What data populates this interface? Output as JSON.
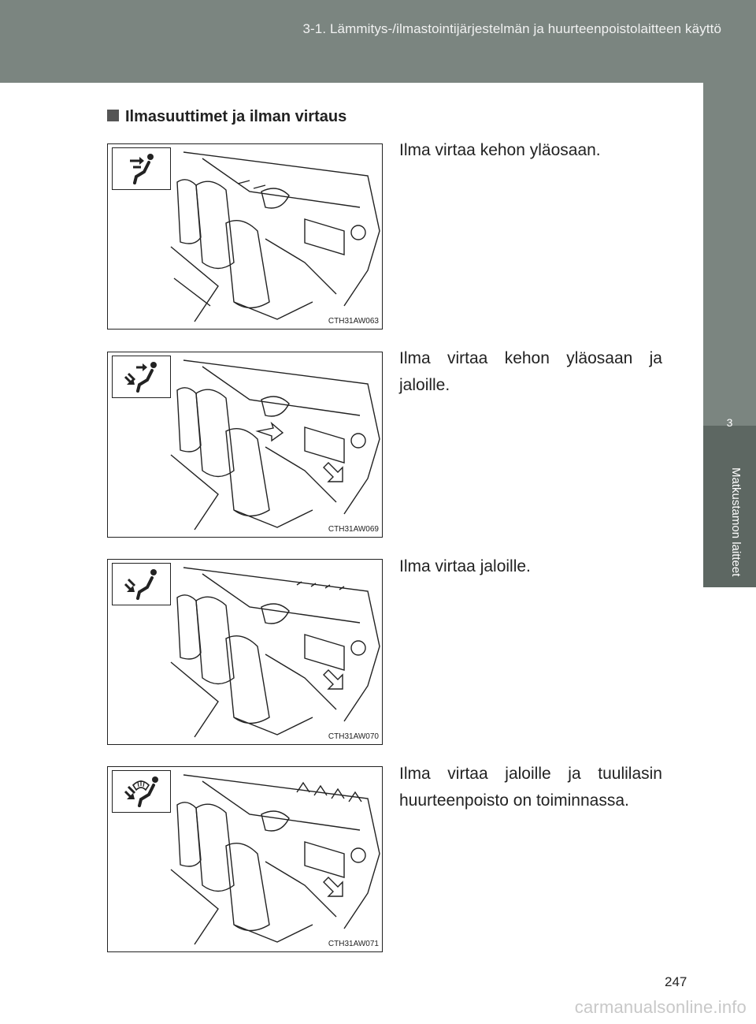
{
  "header": {
    "title": "3-1. Lämmitys-/ilmastointijärjestelmän ja huurteenpoistolaitteen käyttö"
  },
  "side_tab": {
    "chapter_number": "3",
    "chapter_label": "Matkustamon laitteet"
  },
  "section": {
    "title": "Ilmasuuttimet ja ilman virtaus"
  },
  "modes": [
    {
      "icon": "face-airflow-icon",
      "code": "CTH31AW063",
      "description": "Ilma virtaa kehon yläosaan."
    },
    {
      "icon": "bi-level-airflow-icon",
      "code": "CTH31AW069",
      "description": "Ilma virtaa kehon yläosaan ja jaloille."
    },
    {
      "icon": "feet-airflow-icon",
      "code": "CTH31AW070",
      "description": "Ilma virtaa jaloille."
    },
    {
      "icon": "feet-defrost-airflow-icon",
      "code": "CTH31AW071",
      "description": "Ilma virtaa jaloille ja tuulilasin huurteenpoisto on toiminnassa."
    }
  ],
  "page_number": "247",
  "watermark": "carmanualsonline.info"
}
